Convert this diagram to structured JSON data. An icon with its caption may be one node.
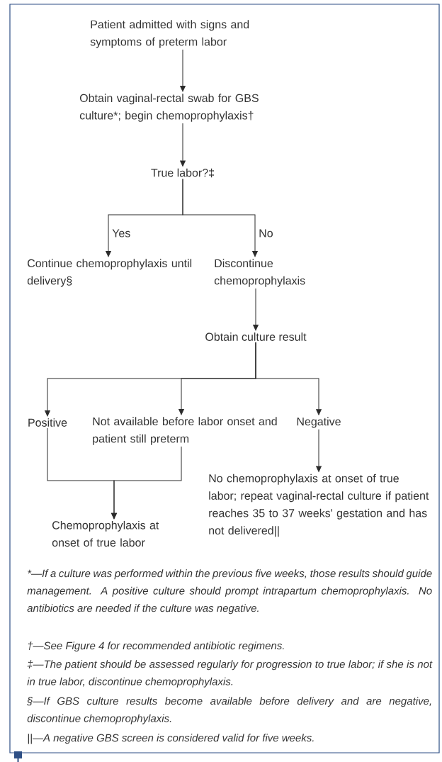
{
  "diagram": {
    "nodes": [
      {
        "text": [
          "Patient admitted with signs and symptoms of preterm labor"
        ]
      },
      {
        "text": [
          "Obtain vaginal-rectal swab for GBS culture*; begin chemoprophylaxis†"
        ]
      },
      {
        "text": [
          "True labor?‡"
        ]
      },
      {
        "text": [
          "Continue chemoprophylaxis until delivery§"
        ]
      },
      {
        "text": [
          "Discontinue chemoprophylaxis"
        ]
      },
      {
        "text": [
          "Obtain culture result"
        ]
      },
      {
        "text": [
          "Positive"
        ]
      },
      {
        "text": [
          "Not available before labor onset and patient still preterm"
        ]
      },
      {
        "text": [
          "Negative"
        ]
      },
      {
        "text": [
          "Chemoprophylaxis at onset of true labor"
        ]
      },
      {
        "text": [
          "No chemoprophylaxis at onset of true labor; repeat vaginal-rectal culture if patient reaches 35 to 37 weeks' gestation and has not delivered||"
        ]
      }
    ],
    "edges": [
      {
        "from": 0,
        "to": 1,
        "arrow": "to"
      },
      {
        "from": 1,
        "to": 2,
        "arrow": "to"
      },
      {
        "from": 2,
        "to": 3,
        "arrow": "to",
        "label": "Yes"
      },
      {
        "from": 2,
        "to": 4,
        "arrow": "to",
        "label": "No"
      },
      {
        "from": 4,
        "to": 5,
        "arrow": "to"
      },
      {
        "from": 5,
        "to": 6,
        "arrow": "to"
      },
      {
        "from": 5,
        "to": 7,
        "arrow": "to"
      },
      {
        "from": 5,
        "to": 8,
        "arrow": "to"
      },
      {
        "from": 6,
        "to": 9,
        "arrow": "to"
      },
      {
        "from": 7,
        "to": 9,
        "arrow": "to"
      },
      {
        "from": 8,
        "to": 10,
        "arrow": "to"
      }
    ],
    "labels": [
      "*—If a culture was performed within the previous five weeks, those results should guide management. A positive culture should prompt intrapartum chemoprophylaxis. No antibiotics are needed if the culture was negative.",
      "†—See Figure 4 for recommended antibiotic regimens.",
      "‡—The patient should be assessed regularly for progression to true labor; if she is not in true labor, discontinue chemoprophylaxis.",
      "§—If GBS culture results become available before delivery and are negative, discontinue chemoprophylaxis.",
      "||—A negative GBS screen is considered valid for five weeks."
    ]
  }
}
